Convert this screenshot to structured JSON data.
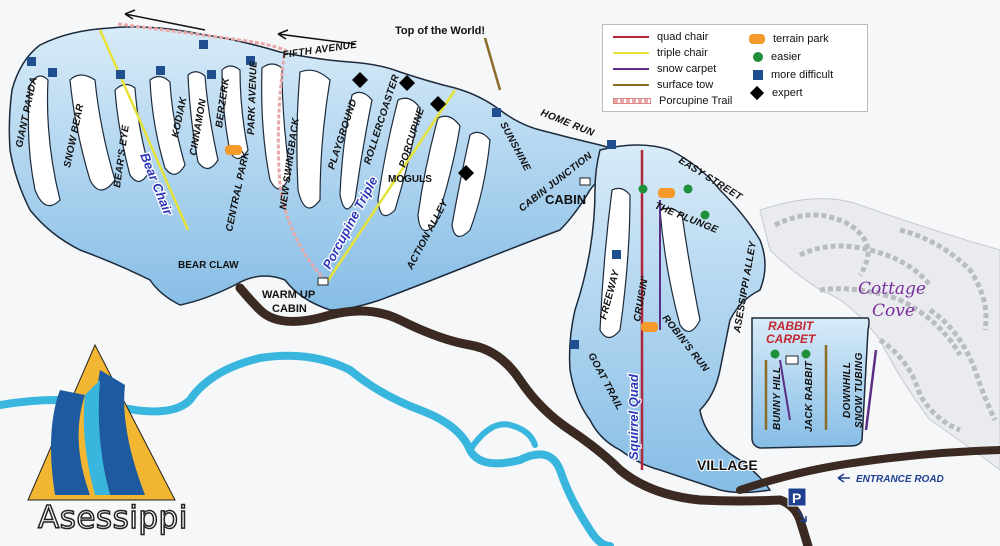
{
  "map": {
    "top_label": "Top of the World!",
    "village": "VILLAGE",
    "cabin": "CABIN",
    "warm_up_cabin_1": "WARM UP",
    "warm_up_cabin_2": "CABIN",
    "moguls": "MOGULS",
    "bear_claw": "BEAR CLAW",
    "cottage_cove_1": "Cottage",
    "cottage_cove_2": "Cove",
    "rabbit_carpet_1": "RABBIT",
    "rabbit_carpet_2": "CARPET",
    "entrance_road": "ENTRANCE ROAD",
    "parking": "P",
    "logo": "Asessippi"
  },
  "lifts": {
    "bear_chair": "Bear Chair",
    "porcupine_triple": "Porcupine Triple",
    "squirrel_quad": "Squirrel Quad"
  },
  "trails": {
    "fifth_avenue": "FIFTH AVENUE",
    "giant_panda": "GIANT PANDA",
    "snow_bear": "SNOW BEAR",
    "bears_eye": "BEAR'S EYE",
    "kodiak": "KODIAK",
    "cinnamon": "CINNAMON",
    "berzerk": "BERZERK",
    "park_avenue": "PARK AVENUE",
    "central_park": "CENTRAL PARK",
    "new_swingback": "NEW SWINGBACK",
    "playground": "PLAYGROUND",
    "rollercoaster": "ROLLERCOASTER",
    "porcupine": "PORCUPINE",
    "action_alley": "ACTION ALLEY",
    "sunshine": "SUNSHINE",
    "home_run": "HOME RUN",
    "cabin_junction": "CABIN JUNCTION",
    "easy_street": "EASY STREET",
    "the_plunge": "THE PLUNGE",
    "asessippi_alley": "ASESSIPPI ALLEY",
    "freeway": "FREEWAY",
    "cruisin": "CRUISIN'",
    "robins_run": "ROBIN'S RUN",
    "goat_trail": "GOAT TRAIL",
    "bunny_hill": "BUNNY HILL",
    "jack_rabbit": "JACK RABBIT",
    "downhill_snow_tubing_1": "DOWNHILL",
    "downhill_snow_tubing_2": "SNOW TUBING"
  },
  "legend": {
    "quad_chair": "quad chair",
    "triple_chair": "triple chair",
    "snow_carpet": "snow carpet",
    "surface_tow": "surface tow",
    "porcupine_trail": "Porcupine Trail",
    "terrain_park": "terrain park",
    "easier": "easier",
    "more_difficult": "more difficult",
    "expert": "expert"
  },
  "colors": {
    "quad_chair": "#b0263a",
    "triple_chair": "#e6e23a",
    "snow_carpet": "#5a2d86",
    "surface_tow": "#8b6d2a",
    "porcupine_trail": "#e8a8a8",
    "terrain_park": "#f39a2b",
    "easier": "#1f8f3a",
    "more_difficult": "#1f4f8f",
    "expert": "#000000",
    "snow": "#9fcbec",
    "river": "#38b6dd",
    "road": "#3a2a22"
  },
  "icons": {
    "terrain_park": "orange-rounded-rect",
    "easier": "green-circle",
    "more_difficult": "blue-square",
    "expert": "black-diamond",
    "parking": "parking-sign"
  }
}
